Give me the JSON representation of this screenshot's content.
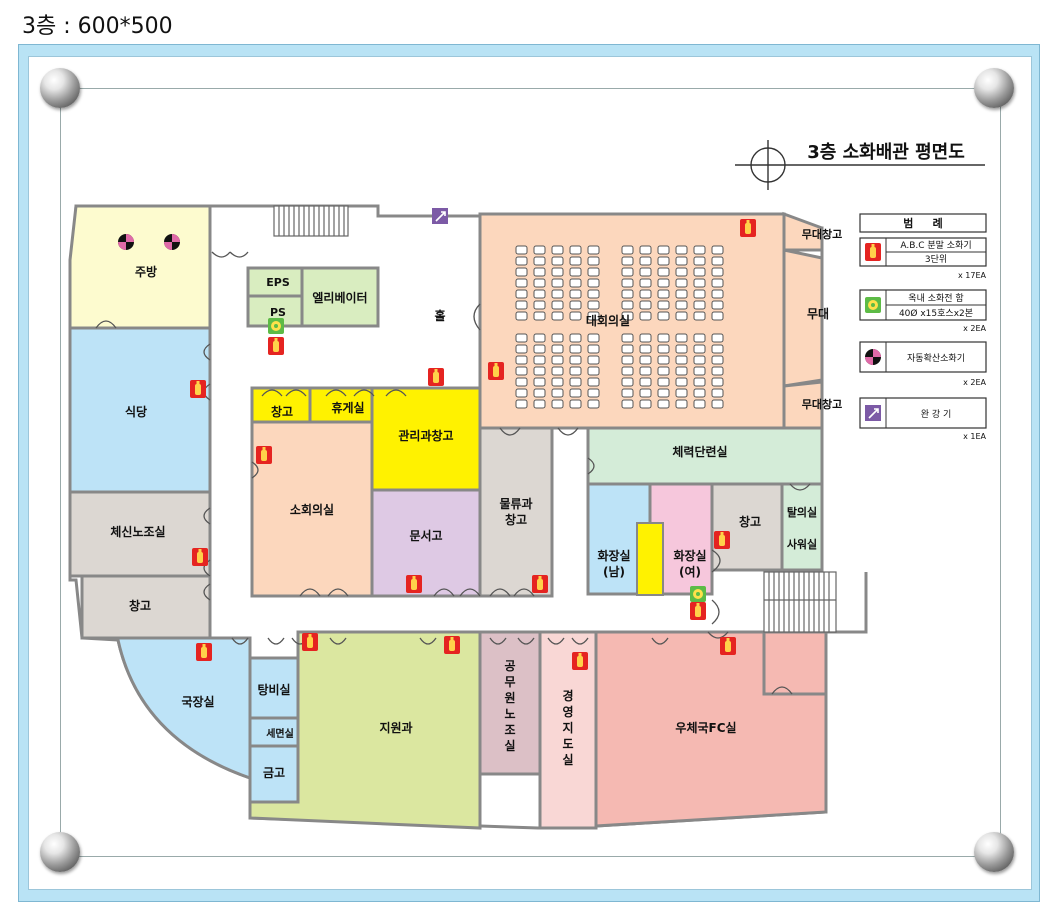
{
  "caption": "3층 : 600*500",
  "title": "3층 소화배관 평면도",
  "rooms": {
    "kitchen": "주방",
    "cafeteria": "식당",
    "fitness": "체신노조실",
    "storage_left": "창고",
    "director": "국장실",
    "duty": "탕비실",
    "washroom": "세면실",
    "safe": "금고",
    "eps": "EPS",
    "ps": "PS",
    "elevator": "엘리베이터",
    "hall": "홀",
    "conference": "대회의실",
    "stage_store_top": "무대창고",
    "stage": "무대",
    "stage_store_bottom": "무대창고",
    "storage_small": "창고",
    "lounge": "휴게실",
    "mgmt_storage": "관리과창고",
    "small_conf": "소회의실",
    "documents": "문서고",
    "logistics": "물류과\n창고",
    "gym": "체력단련실",
    "wc_male": "화장실\n(남)",
    "wc_female": "화장실\n(여)",
    "storage_right": "창고",
    "changing": "탈의실",
    "office": "사워실",
    "support": "지원과",
    "union": "공무원노조실",
    "mgmt_guide": "경영지도실",
    "postal_fc": "우체국FC실"
  },
  "legend": {
    "header": "범     례",
    "extinguisher": {
      "name": "A.B.C 분말 소화기",
      "unit": "3단위",
      "count": "x 17EA"
    },
    "hydrant": {
      "name": "옥내 소화전 함",
      "spec": "40Ø x15호스x2본",
      "count": "x 2EA"
    },
    "auto": {
      "name": "자동확산소화기",
      "count": "x 2EA"
    },
    "descender": {
      "name": "완 강 기",
      "count": "x 1EA"
    }
  },
  "colors": {
    "wall": "#888888",
    "kitchen": "#fdfbcf",
    "blue": "#bde3f7",
    "grey": "#dcd7d2",
    "peach": "#fcd7bd",
    "lightgreen": "#d9edc0",
    "yellow": "#fff200",
    "lavender": "#dec9e4",
    "mint": "#d4ecd8",
    "pink": "#f6c7dc",
    "salmon": "#f5b9b2",
    "lightpink": "#f9d7d5",
    "mauve": "#dcc0c6",
    "olive": "#dbe7a0",
    "extinguisher": "#e52421",
    "hydrant": "#5dbb46",
    "descender": "#7c5aa6"
  }
}
